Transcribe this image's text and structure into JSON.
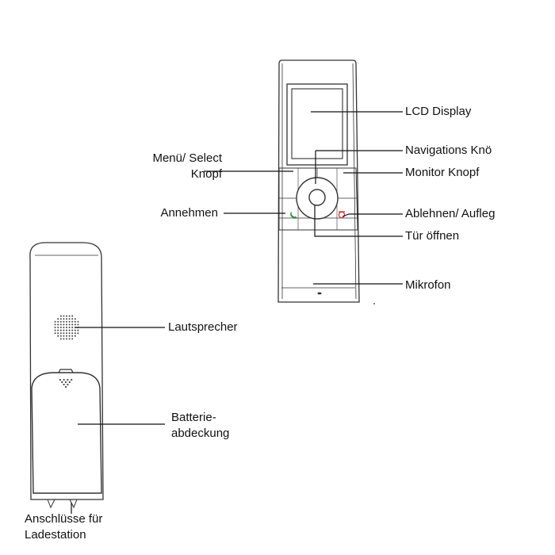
{
  "labels": {
    "lcd_display": "LCD Display",
    "navigation": "Navigations Knö",
    "menu_select_line1": "Menü/ Select",
    "menu_select_line2": "Knopf",
    "monitor": "Monitor Knopf",
    "annehmen": "Annehmen",
    "ablehnen": "Ablehnen/ Aufleg",
    "tuer_oeffnen": "Tür öffnen",
    "mikrofon": "Mikrofon",
    "lautsprecher": "Lautsprecher",
    "batterie_line1": "Batterie-",
    "batterie_line2": "abdeckung",
    "anschluesse_line1": "Anschlüsse für",
    "anschluesse_line2": "Ladestation"
  },
  "colors": {
    "outline": "#333333",
    "line": "#111111",
    "answer": "#2e8b3a",
    "hangup": "#d23a3a"
  },
  "icons": {
    "answer": "phone-answer-icon",
    "hangup": "phone-hangup-icon"
  }
}
